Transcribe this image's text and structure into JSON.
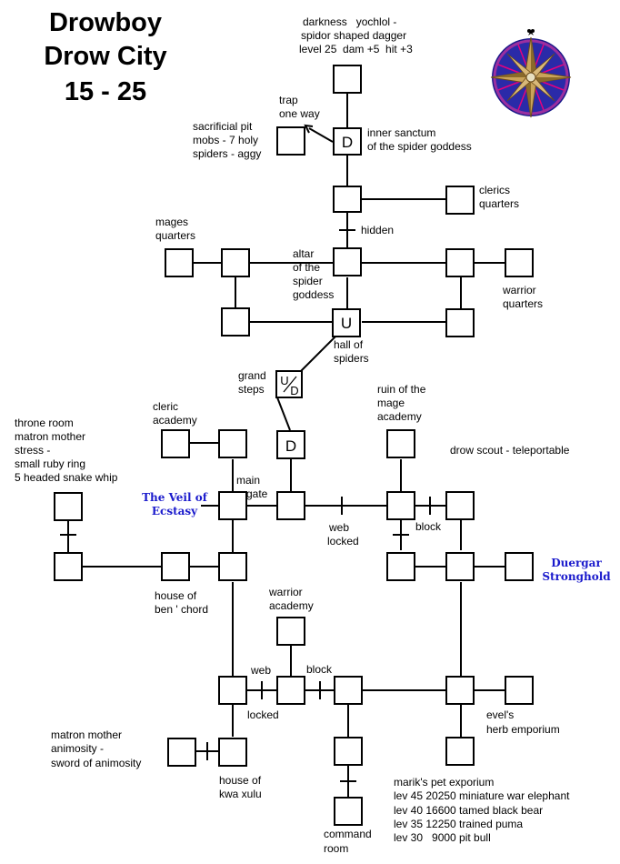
{
  "title": {
    "line1": "Drowboy",
    "line2": "Drow City",
    "line3": "15 - 25"
  },
  "colors": {
    "line": "#000000",
    "room_fill": "#ffffff",
    "link_text": "#1a1acc",
    "compass": "#1a1a99"
  },
  "icon": "compass-rose-icon",
  "room_marks": {
    "down": "D",
    "up": "U",
    "up_down_top": "U",
    "up_down_bottom": "D"
  },
  "labels": {
    "darkness": "darkness   yochlol -",
    "dagger": "spidor shaped dagger",
    "dagger_stats": "level 25  dam +5  hit +3",
    "trap": "trap",
    "one_way": "one way",
    "sac_pit": "sacrificial pit",
    "sac_mobs": "mobs - 7 holy",
    "sac_spiders": "spiders - aggy",
    "sanctum1": "inner sanctum",
    "sanctum2": "of the spider goddess",
    "clerics1": "clerics",
    "clerics2": "quarters",
    "hidden": "hidden",
    "mages1": "mages",
    "mages2": "quarters",
    "altar1": "altar",
    "altar2": "of the",
    "altar3": "spider",
    "altar4": "goddess",
    "warrior_q1": "warrior",
    "warrior_q2": "quarters",
    "hall1": "hall of",
    "hall2": "spiders",
    "grand1": "grand",
    "grand2": "steps",
    "cleric_ac1": "cleric",
    "cleric_ac2": "academy",
    "ruin1": "ruin of the",
    "ruin2": "mage",
    "ruin3": "academy",
    "scout": "drow scout - teleportable",
    "throne1": "throne room",
    "throne2": "matron mother",
    "throne3": "stress -",
    "throne4": "small ruby ring",
    "throne5": "5 headed snake whip",
    "main1": "main",
    "main2": "gate",
    "veil": "The Veil of\nEcstasy",
    "web1": "web",
    "locked1": "locked",
    "block1": "block",
    "duergar": "Duergar\nStronghold",
    "benchord1": "house of",
    "benchord2": "ben ' chord",
    "warrior_ac1": "warrior",
    "warrior_ac2": "academy",
    "web2": "web",
    "block2": "block",
    "locked2": "locked",
    "evel1": "evel's",
    "evel2": "herb emporium",
    "animosity1": "matron mother",
    "animosity2": "animosity -",
    "animosity3": "sword of animosity",
    "kwa1": "house of",
    "kwa2": "kwa xulu",
    "marik1": "marik's pet exporium",
    "marik2": "lev 45 20250 miniature war elephant",
    "marik3": "lev 40 16600 tamed black bear",
    "marik4": "lev 35 12250 trained puma",
    "marik5": "lev 30   9000 pit bull",
    "command1": "command",
    "command2": "room"
  }
}
